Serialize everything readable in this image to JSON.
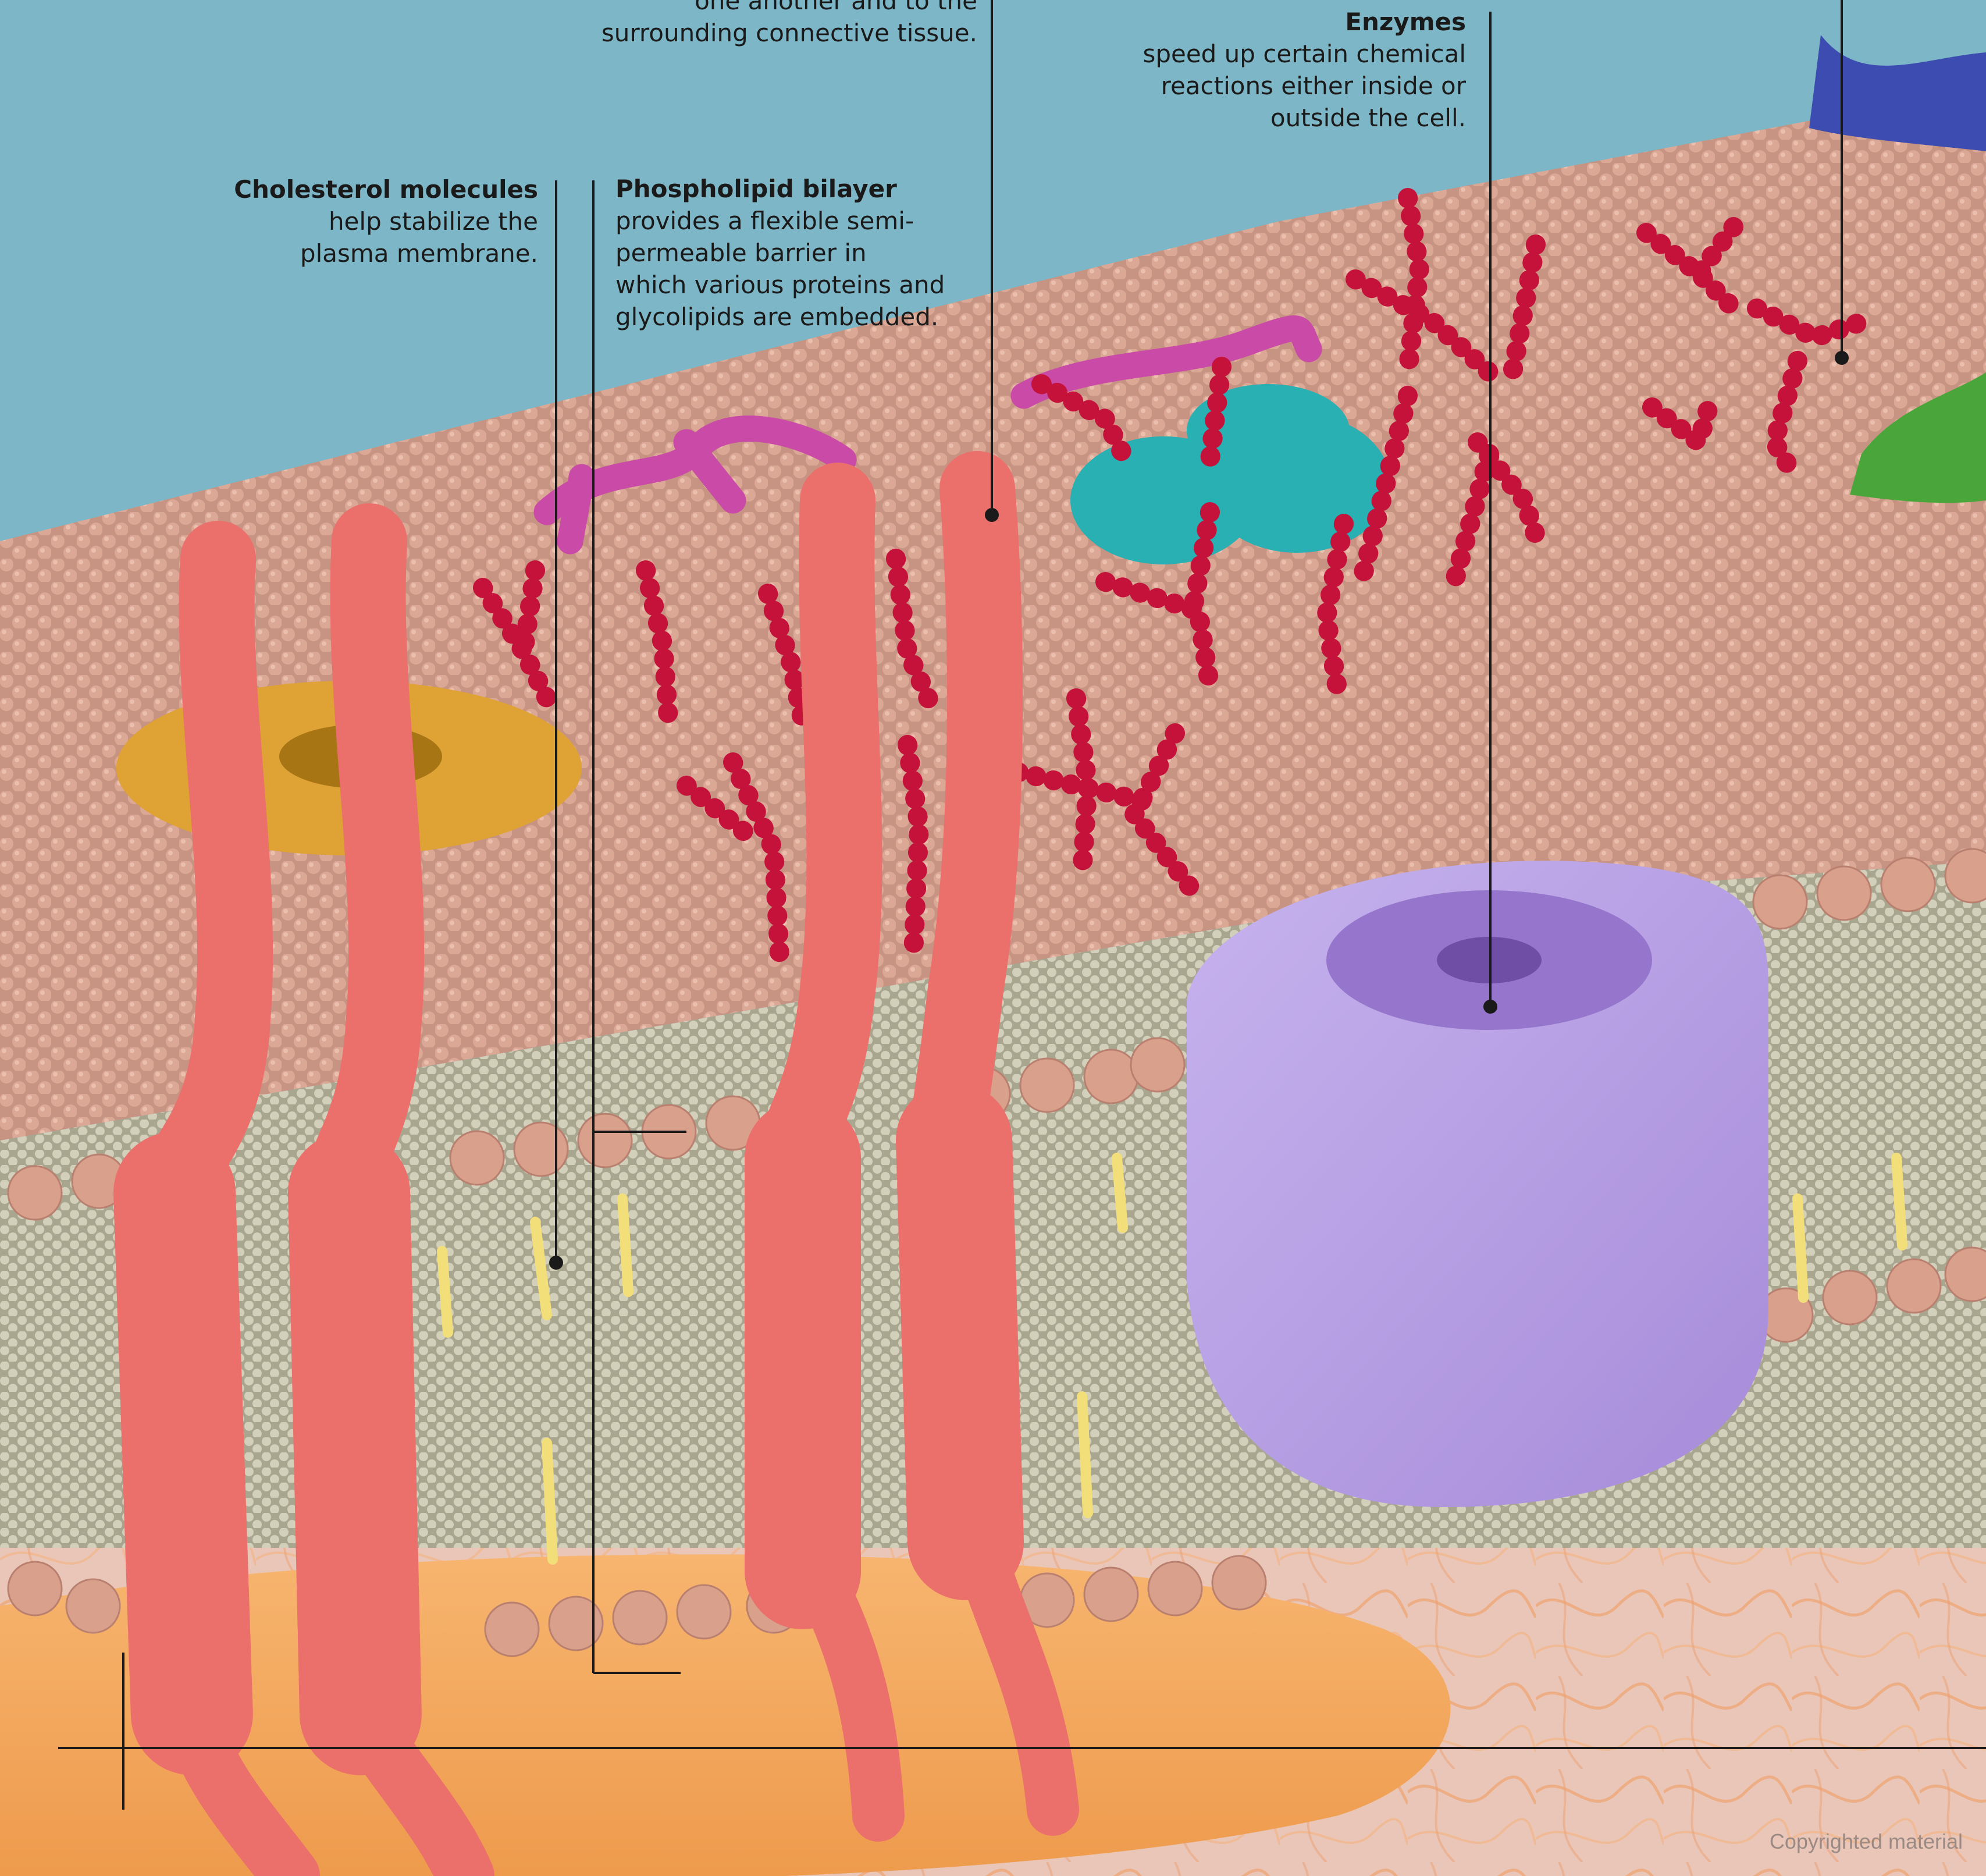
{
  "labels": {
    "junction": {
      "head": "",
      "body": "one another and to the\nsurrounding connective tissue."
    },
    "enzymes": {
      "head": "Enzymes",
      "body": "speed up certain chemical\nreactions either inside or\noutside the cell."
    },
    "cholesterol": {
      "head": "Cholesterol molecules",
      "body": "help stabilize the\nplasma membrane."
    },
    "bilayer": {
      "head": "Phospholipid bilayer",
      "body": "provides a flexible semi-\npermeable barrier in\nwhich various proteins and\nglycolipids are embedded."
    }
  },
  "copyright": "Copyrighted material",
  "colors": {
    "background": "#7db6c6",
    "phospholipid_head": "#d9a593",
    "phospholipid_tail": "#c9c6b2",
    "cholesterol": "#f3df7a",
    "receptor_protein": "#ec7571",
    "glycolipid_chain": "#c8143a",
    "channel_protein": "#b39ae0",
    "ring_protein": "#e0a73a",
    "teal_protein": "#2ab3b6",
    "magenta_protein": "#c84ea8",
    "cytoskeleton": "#f2a661",
    "cytoplasm": "#e8c4b4"
  }
}
